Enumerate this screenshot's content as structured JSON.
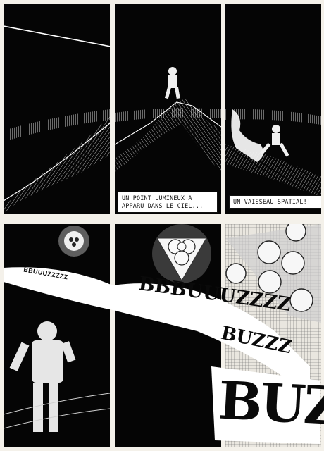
{
  "captions": {
    "panel2": "UN POINT LUMINEUX A\nAPPARU DANS LE CIEL...",
    "panel3": "UN VAISSEAU SPATIAL!!"
  },
  "sound_effects": {
    "small": "BBUUUZZZZZ",
    "large": "BBBUUUZZZZ",
    "medium": "BUZZZ",
    "huge": "BUZ"
  },
  "colors": {
    "ink": "#050505",
    "paper": "#f4f1ea",
    "caption_bg": "#ffffff"
  },
  "icons": [
    "comet-streak",
    "mountain-ridge",
    "spaceship",
    "astronaut-figure"
  ]
}
